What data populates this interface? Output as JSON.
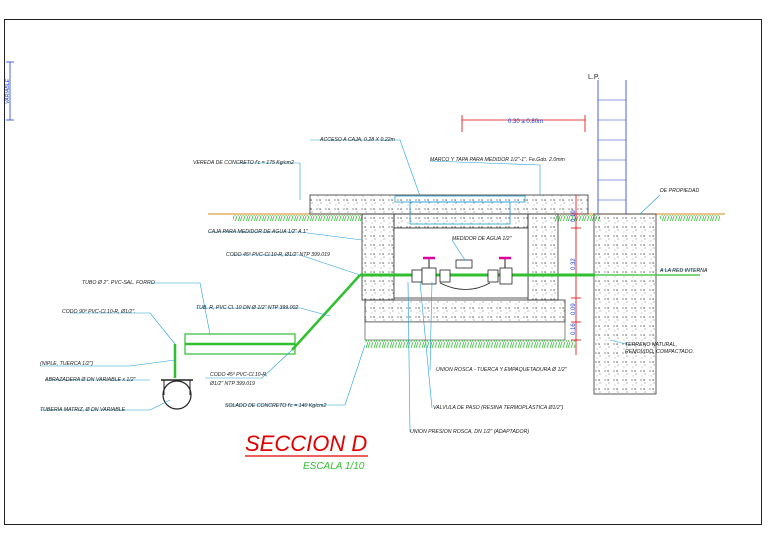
{
  "title": "SECCION D",
  "subtitle": "ESCALA 1/10",
  "top_label": "L.P.",
  "left_dim_label": "VARIABLE",
  "dimensions": {
    "horizontal": "0.30 a 0.80m",
    "d1": "0.10",
    "d2": "0.32",
    "d3": "0.09",
    "d4": "0.16"
  },
  "labels": {
    "acceso": "ACCESO A CAJA, 0.28 X 0.22m",
    "vereda": "VEREDA DE CONCRETO f'c = 175 Kg/cm2",
    "marco": "MARCO Y TAPA PARA MEDIDOR 1/2\"-1\". Fe.Gdo. 2.0mm",
    "propiedad": "DE PROPIEDAD",
    "caja": "CAJA PARA MEDIDOR DE AGUA 1/2\" A 1\"",
    "medidor": "MEDIDOR DE AGUA 1/2\"",
    "codo45a": "CODO 45º PVC-Cl.10-R, Ø1/2\" NTP 399.019",
    "red_interna": "A LA RED INTERNA",
    "tubo": "TUBO Ø 2\". PVC-SAL. FORRO",
    "codo90": "CODO 90º PVC-Cl.10-R, Ø1/2\".",
    "tubr": "TUB. R, PVC Cl. 10 DN Ø 1/2\" NTP 399.002",
    "niple": "(NIPLE, TUERCA 1/2\")",
    "abrazadera": "ABRAZADERA Ø DN VARIABLE x 1/2\"",
    "tuberia_matriz": "TUBERIA MATRIZ, Ø DN VARIABLE",
    "codo45b_1": "CODO 45º PVC-Cl.10-R,",
    "codo45b_2": "Ø1/2\" NTP 399.019",
    "solado": "SOLADO DE CONCRETO f'c = 140 Kg/cm2",
    "terreno_1": "TERRENO NATURAL,",
    "terreno_2": "REMOVIDO, COMPACTADO.",
    "union_rosca": "UNION ROSCA - TUERCA Y EMPAQUETADURA Ø 1/2\"",
    "valvula": "VALVULA DE PASO (RESINA TERMOPLASTICA Ø1/2\")",
    "union_presion": "UNION PRESION ROSCA, DN 1/2\" (ADAPTADOR)"
  }
}
